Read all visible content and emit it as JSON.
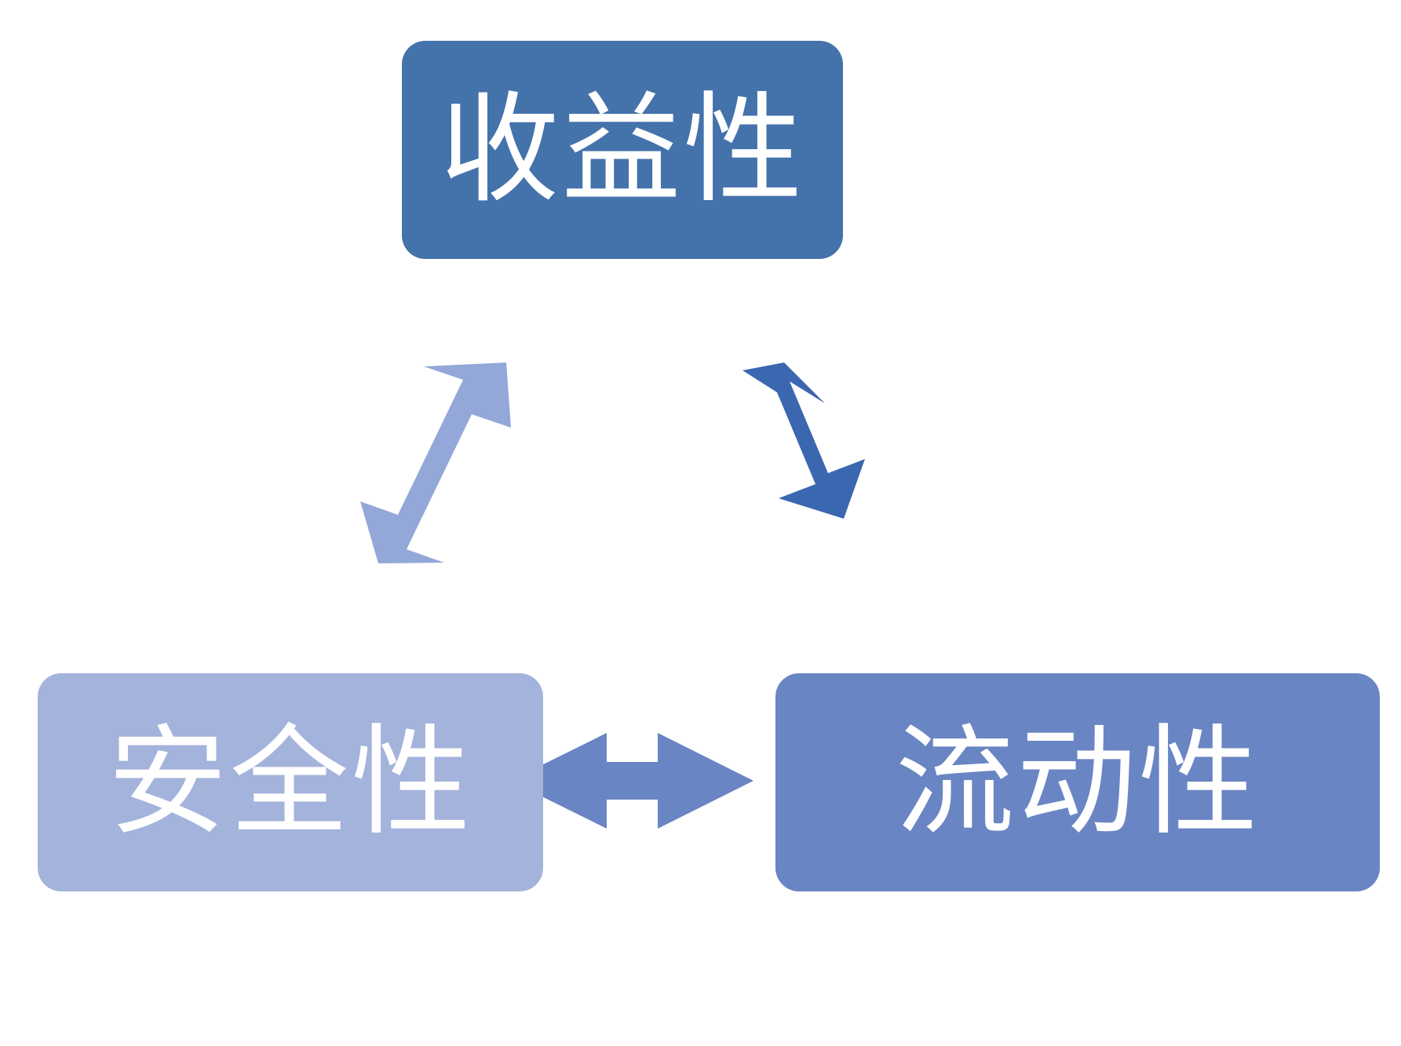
{
  "diagram": {
    "type": "triangular-relationship",
    "title_present": false,
    "background_color": "#ffffff",
    "nodes": [
      {
        "id": "profitability",
        "label": "收益性",
        "position": "top",
        "fill": "#4472ab",
        "text_color": "#ffffff"
      },
      {
        "id": "safety",
        "label": "安全性",
        "position": "bottom-left",
        "fill": "#a4b3db",
        "text_color": "#ffffff"
      },
      {
        "id": "liquidity",
        "label": "流动性",
        "position": "bottom-right",
        "fill": "#6a85c3",
        "text_color": "#ffffff"
      }
    ],
    "connectors": [
      {
        "id": "safety-profitability",
        "icon": "double-arrow-diagonal-up-right-icon",
        "from": "safety",
        "to": "profitability",
        "direction": "bidirectional",
        "fill": "#93a8d8"
      },
      {
        "id": "profitability-liquidity",
        "icon": "double-arrow-diagonal-down-right-icon",
        "from": "profitability",
        "to": "liquidity",
        "direction": "bidirectional",
        "fill": "#3b66b0"
      },
      {
        "id": "safety-liquidity",
        "icon": "double-arrow-horizontal-icon",
        "from": "safety",
        "to": "liquidity",
        "direction": "bidirectional",
        "fill": "#6a85c3"
      }
    ]
  }
}
